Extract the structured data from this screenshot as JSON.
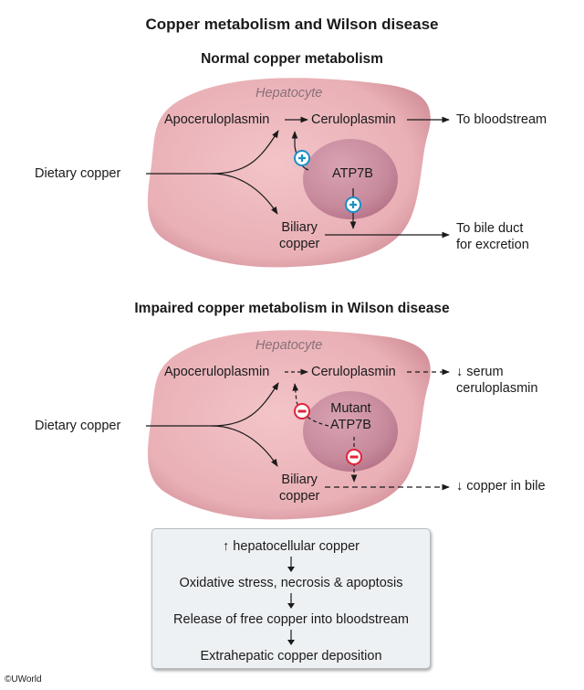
{
  "title": "Copper metabolism and Wilson disease",
  "colors": {
    "cell_fill": "#e9aeb4",
    "nucleus_fill": "#c98a9e",
    "stimulate": "#1b8ec9",
    "inhibit": "#e0243a",
    "box_fill": "#eef1f3"
  },
  "normal": {
    "heading": "Normal copper metabolism",
    "cell_label": "Hepatocyte",
    "apoceruloplasmin": "Apoceruloplasmin",
    "ceruloplasmin": "Ceruloplasmin",
    "atp7b": "ATP7B",
    "biliary_line1": "Biliary",
    "biliary_line2": "copper",
    "dietary": "Dietary copper",
    "out_blood": "To bloodstream",
    "out_bile_line1": "To bile duct",
    "out_bile_line2": "for excretion",
    "effect_icon": "plus-circle-icon"
  },
  "wilson": {
    "heading": "Impaired copper metabolism in Wilson disease",
    "cell_label": "Hepatocyte",
    "apoceruloplasmin": "Apoceruloplasmin",
    "ceruloplasmin": "Ceruloplasmin",
    "atp7b_line1": "Mutant",
    "atp7b_line2": "ATP7B",
    "biliary_line1": "Biliary",
    "biliary_line2": "copper",
    "dietary": "Dietary copper",
    "out_blood_line1": "↓ serum",
    "out_blood_line2": "ceruloplasmin",
    "out_bile": "↓ copper in bile",
    "effect_icon": "minus-circle-icon"
  },
  "cascade": {
    "steps": [
      "↑ hepatocellular copper",
      "Oxidative stress, necrosis & apoptosis",
      "Release of free copper into bloodstream",
      "Extrahepatic copper deposition"
    ],
    "arrow_icon": "down-arrow-icon"
  },
  "copyright": "©UWorld"
}
